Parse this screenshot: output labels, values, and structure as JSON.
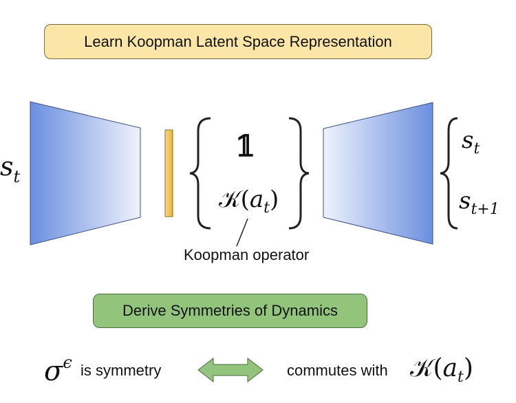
{
  "top_label": "Learn Koopman Latent Space Representation",
  "bottom_label": "Derive Symmetries of Dynamics",
  "encoder_input": {
    "base": "s",
    "sub": "t"
  },
  "latent_top": "𝟙",
  "latent_bottom": {
    "prefix": "𝒦(",
    "base": "a",
    "sub": "t",
    "suffix": ")"
  },
  "koopman_caption": "Koopman operator",
  "decoder_outputs": [
    {
      "base": "s",
      "sub": "t"
    },
    {
      "base": "s",
      "sub": "t+1"
    }
  ],
  "symmetry_lhs": {
    "base": "σ",
    "sup": "ϵ",
    "text": "is symmetry"
  },
  "symmetry_rhs": {
    "text": "commutes with",
    "prefix": "𝒦(",
    "base": "a",
    "sub": "t",
    "suffix": ")"
  },
  "colors": {
    "top_box": "#fbe6a7",
    "mid_box": "#92c47c",
    "trapezoid_dark": "#6b8fdf",
    "latent_bar": "#f2c866",
    "arrow": "#93c47d"
  }
}
